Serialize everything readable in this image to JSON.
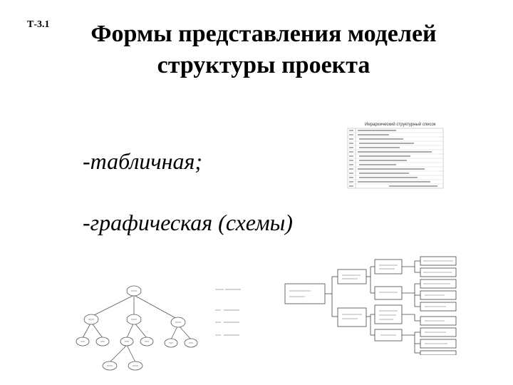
{
  "slide": {
    "code": "Т-3.1",
    "title_line1": "Формы представления моделей",
    "title_line2": "структуры проекта",
    "bullet_table": "-табличная;",
    "bullet_graphic": "-графическая (схемы)"
  },
  "table_thumb": {
    "title": "Иерархический структурный список"
  }
}
